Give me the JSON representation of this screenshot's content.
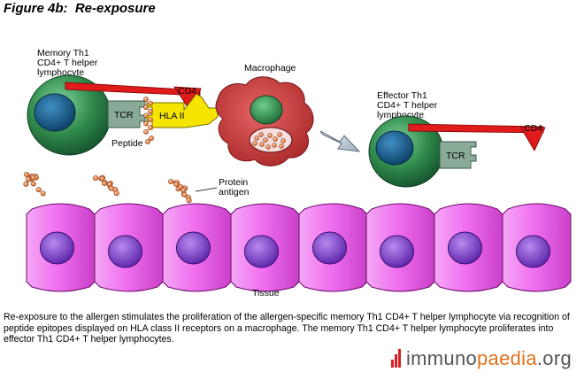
{
  "figure_title": "Figure 4b:  Re-exposure",
  "labels": {
    "memory_cell": [
      "Memory Th1",
      "CD4+ T helper",
      "lymphocyte"
    ],
    "macrophage": "Macrophage",
    "effector_cell": [
      "Effector Th1",
      "CD4+ T helper",
      "lymphocyte"
    ],
    "cd4": "CD4",
    "tcr": "TCR",
    "hla": "HLA II",
    "peptide": "Peptide",
    "protein_antigen": [
      "Protein",
      "antigen"
    ],
    "tissue": "Tissue"
  },
  "caption": "Re-exposure to the allergen stimulates the proliferation of the allergen-specific memory Th1 CD4+ T helper lymphocyte via recognition of peptide epitopes displayed on HLA class II receptors on a macrophage.  The memory Th1 CD4+ T helper lymphocyte proliferates into effector Th1 CD4+ T helper lymphocytes.",
  "logo": {
    "part1": "immuno",
    "part2": "paedia",
    "part3": ".org"
  },
  "colors": {
    "t_cell": "#2f8a4c",
    "nucleus": "#12507a",
    "cd4": "#e01b1b",
    "tcr": "#8aaa98",
    "hla": "#f5e400",
    "macrophage": "#c83232",
    "peptide_bead": "#e98b4f",
    "tissue_cell": "#f070f0",
    "tissue_nucleus": "#8a44d6"
  }
}
